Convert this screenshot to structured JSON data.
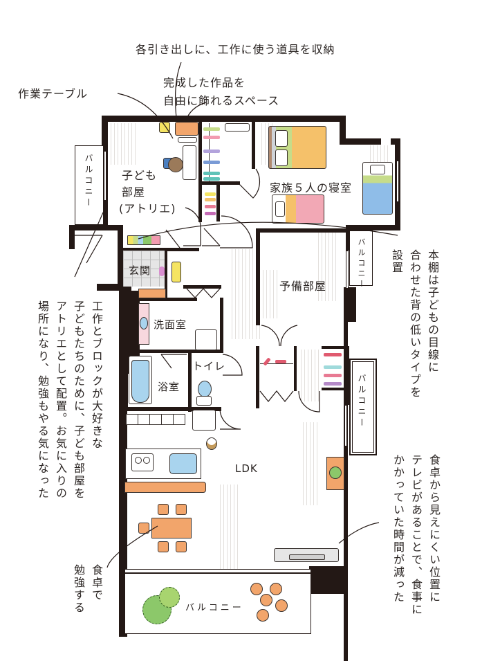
{
  "annotations": {
    "drawers": "各引き出しに、工作に使う道具を収納",
    "work_table": "作業テーブル",
    "display_space_line1": "完成した作品を",
    "display_space_line2": "自由に飾れるスペース",
    "bookshelf": [
      "本棚は子どもの目線に",
      "合わせた背の低いタイプを",
      "設置"
    ],
    "atelier": [
      "工作とブロックが大好きな",
      "子どもたちのために、子ども部屋を",
      "アトリエとして配置。お気に入りの",
      "場所になり、勉強もやる気になった"
    ],
    "tv": [
      "食卓から見えにくい位置に",
      "テレビがあることで、食事に",
      "かかっていた時間が減った"
    ],
    "study": [
      "食卓で",
      "勉強する"
    ]
  },
  "rooms": {
    "kids_room_line1": "子ども",
    "kids_room_line2": "部屋",
    "kids_room_line3": "(アトリエ)",
    "family_bedroom": "家族５人の寝室",
    "entrance": "玄関",
    "spare_room": "予備部屋",
    "washroom": "洗面室",
    "toilet": "トイレ",
    "bathroom": "浴室",
    "ldk": "LDK",
    "balcony_left": "バルコニー",
    "balcony_right_top": "バルコニー",
    "balcony_right_mid": "バルコニー",
    "balcony_bottom": "バルコニー"
  },
  "colors": {
    "wall": "#231815",
    "orange_furniture": "#f2a56b",
    "yellow": "#f5e463",
    "green_bed": "#c6dc8a",
    "bed_orange": "#f5c16a",
    "bed_pink": "#f2a8b5",
    "bed_blue": "#8fbde8",
    "tub_blue": "#a9d4ee",
    "plant_green": "#8cc86a"
  }
}
